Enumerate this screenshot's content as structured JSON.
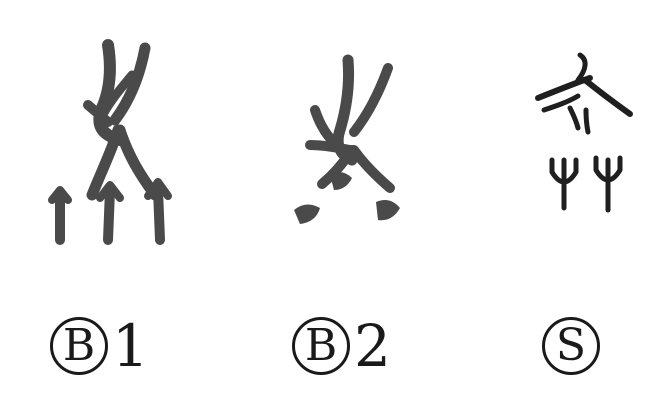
{
  "colors": {
    "ink": "#4a4a4a",
    "text": "#1a1a1a",
    "background": "#ffffff"
  },
  "figures": [
    {
      "id": "b1",
      "circled": "B",
      "suffix": "1"
    },
    {
      "id": "b2",
      "circled": "B",
      "suffix": "2"
    },
    {
      "id": "s",
      "circled": "S",
      "suffix": ""
    }
  ]
}
